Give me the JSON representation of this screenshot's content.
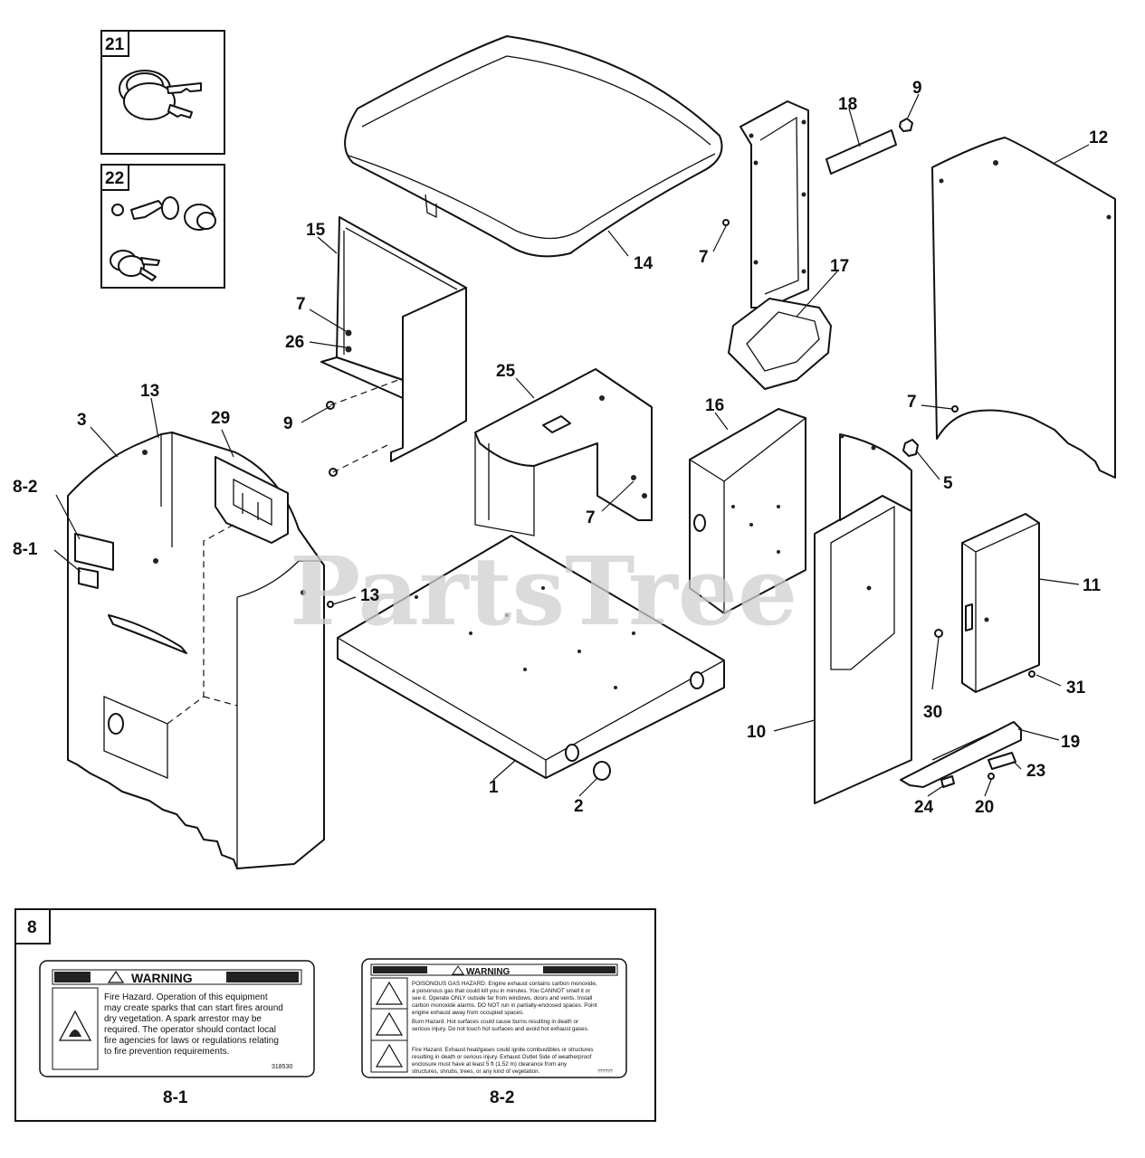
{
  "watermark": "PartsTree",
  "inset_boxes": [
    {
      "id": "21",
      "label": "21"
    },
    {
      "id": "22",
      "label": "22"
    }
  ],
  "callouts": {
    "c14": "14",
    "c18": "18",
    "c9a": "9",
    "c12": "12",
    "c15": "15",
    "c7a": "7",
    "c7b": "7",
    "c26": "26",
    "c17": "17",
    "c25": "25",
    "c13a": "13",
    "c29": "29",
    "c3": "3",
    "c9b": "9",
    "c16": "16",
    "c7c": "7",
    "c82": "8-2",
    "c81": "8-1",
    "c5": "5",
    "c7d": "7",
    "c13b": "13",
    "c11": "11",
    "c30": "30",
    "c31": "31",
    "c10": "10",
    "c19": "19",
    "c1": "1",
    "c2": "2",
    "c23": "23",
    "c24": "24",
    "c20": "20"
  },
  "kit8": {
    "number": "8",
    "label1": {
      "caption": "8-1",
      "header": "WARNING",
      "lines": [
        "Fire Hazard. Operation of this equipment",
        "may create sparks that can start fires around",
        "dry vegetation. A spark arrestor may be",
        "required. The operator should contact local",
        "fire agencies for laws or regulations relating",
        "to fire prevention requirements."
      ],
      "code": "318530"
    },
    "label2": {
      "caption": "8-2",
      "header": "WARNING",
      "block1": [
        "POISONOUS GAS HAZARD. Engine exhaust contains carbon monoxide,",
        "a poisonous gas that could kill you in minutes. You CANNOT smell it or",
        "see it. Operate ONLY outside far from windows, doors and vents. Install",
        "carbon monoxide alarms. DO NOT run in partially-enclosed spaces. Point",
        "engine exhaust away from occupied spaces."
      ],
      "block2": [
        "Burn Hazard. Hot surfaces could cause burns resulting in death or",
        "serious injury. Do not touch hot surfaces and avoid hot exhaust gases."
      ],
      "block3": [
        "Fire Hazard. Exhaust heat/gases could ignite combustibles or structures",
        "resulting in death or serious injury. Exhaust Outlet Side of weatherproof",
        "enclosure must have at least 5 ft (1.52 m) clearance from any",
        "structures, shrubs, trees, or any kind of vegetation."
      ],
      "code": "??????"
    }
  }
}
